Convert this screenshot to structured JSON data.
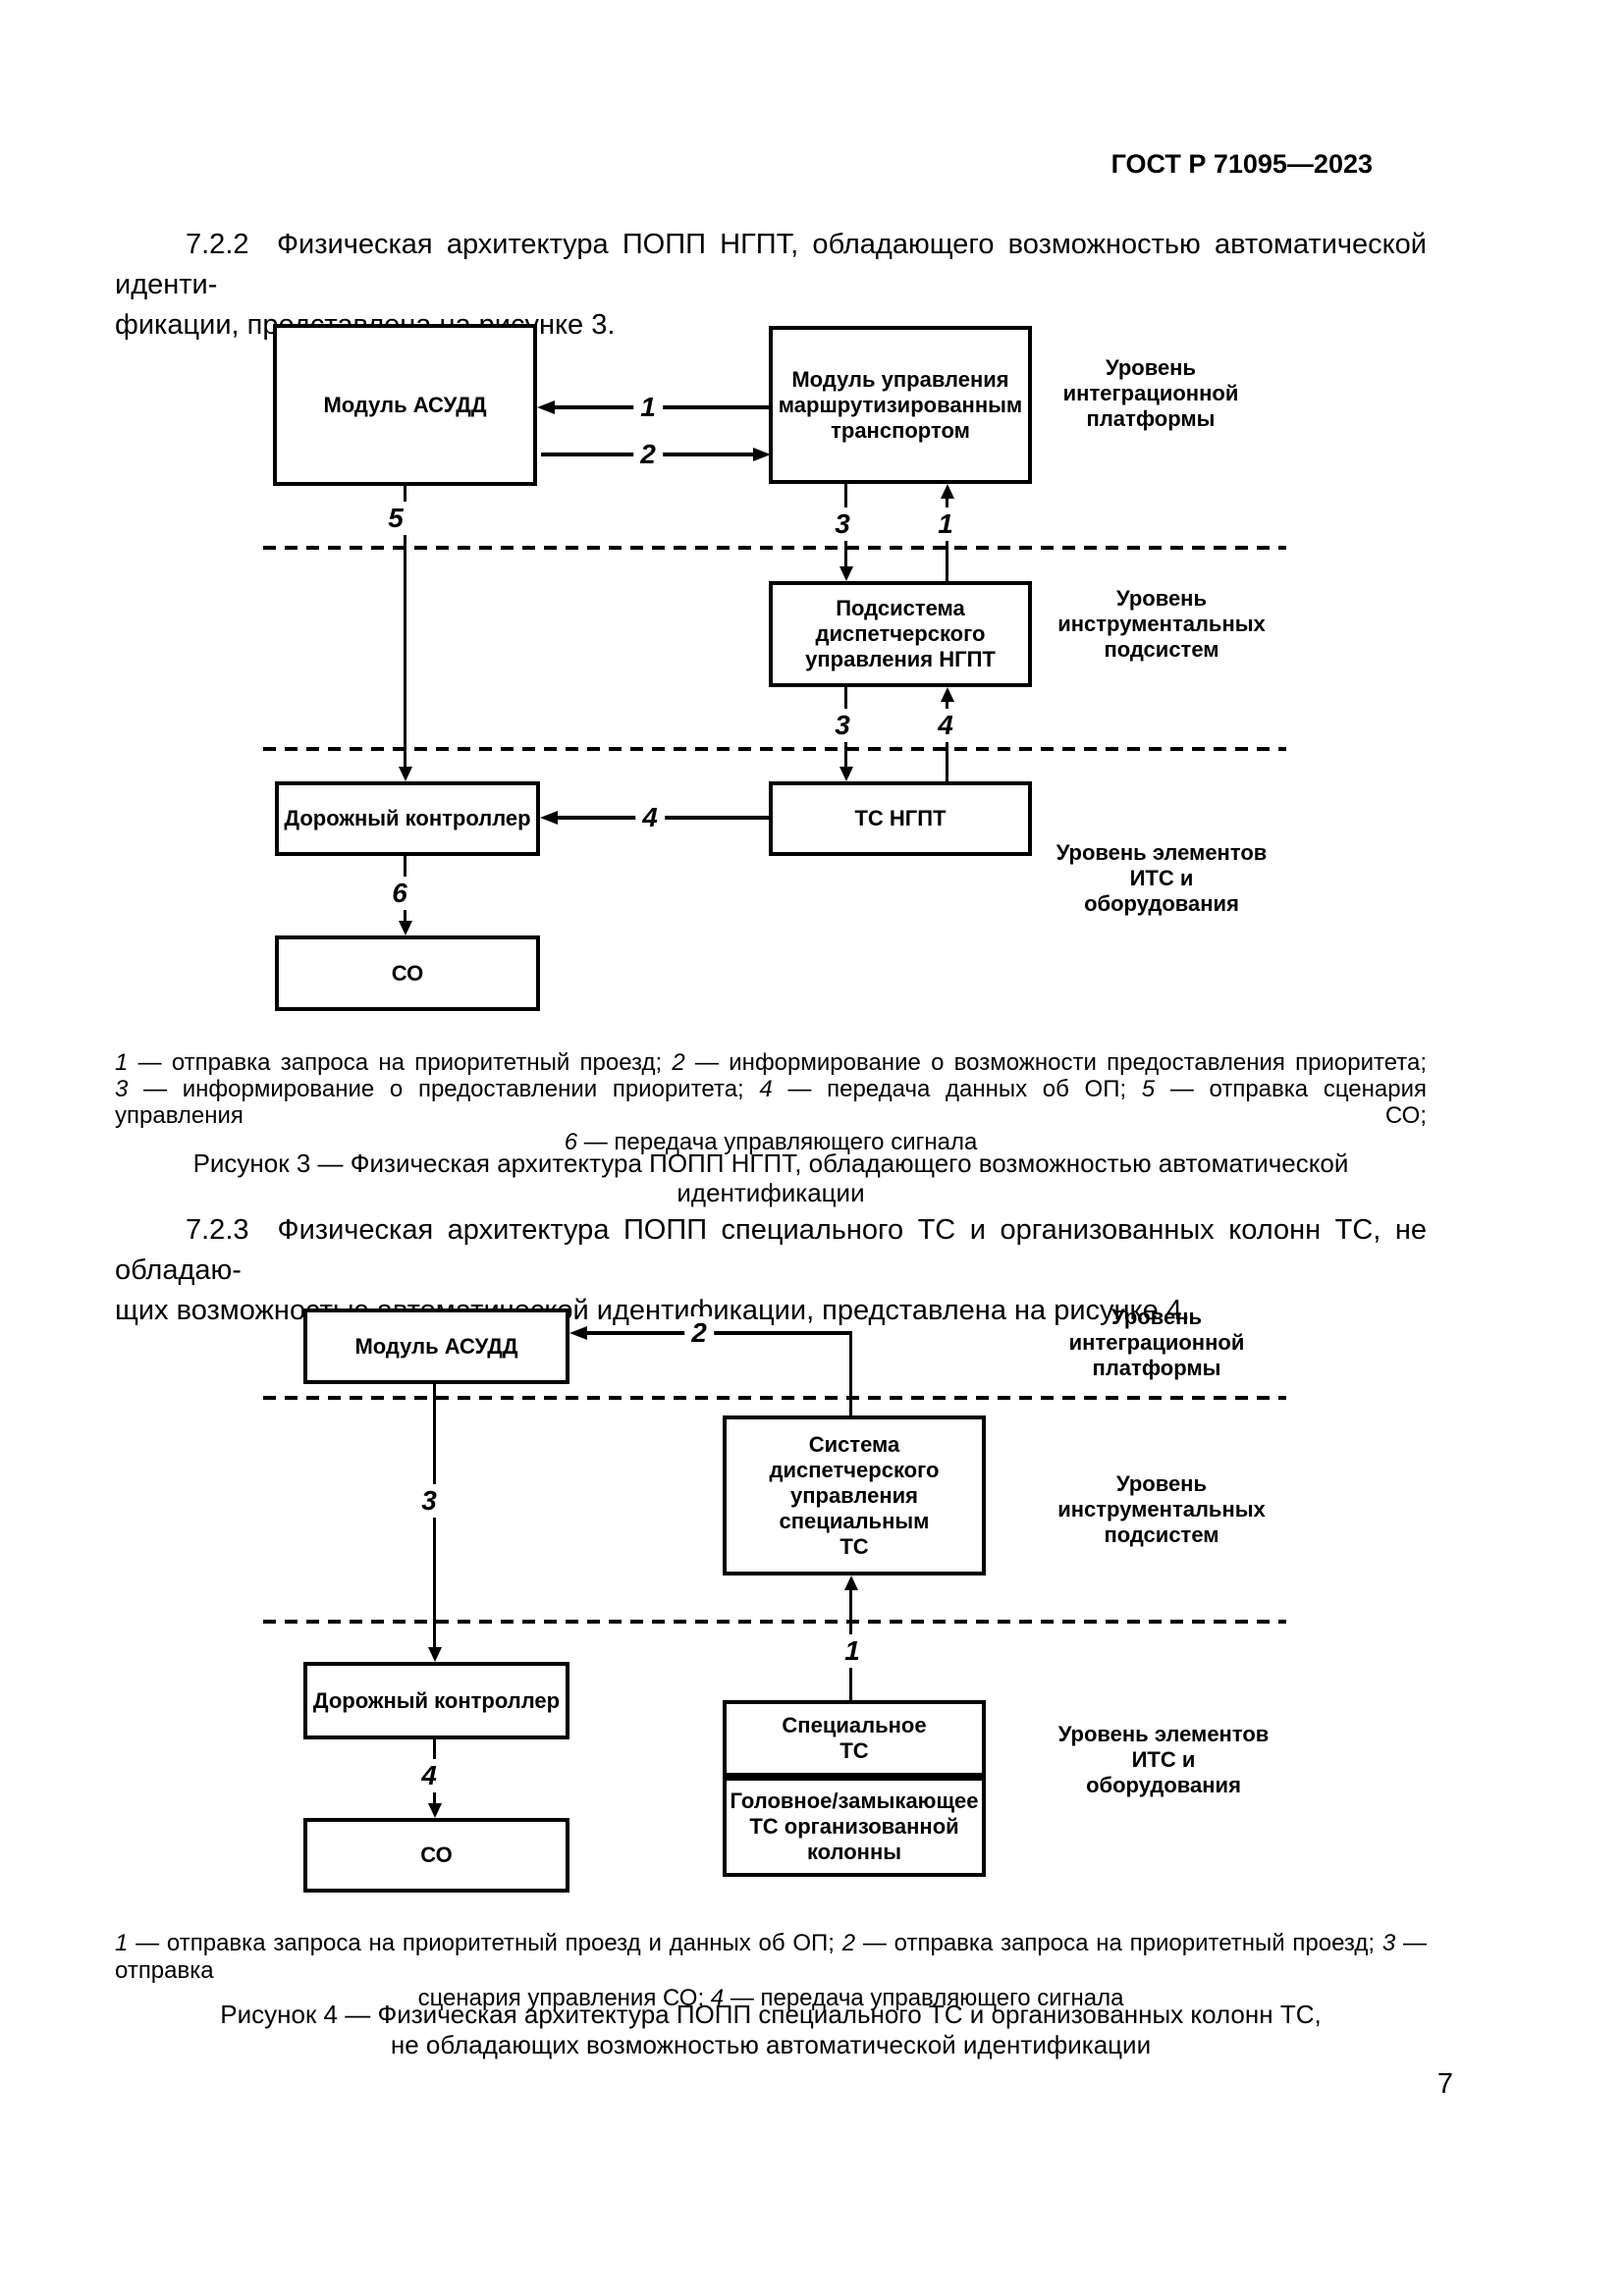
{
  "header": {
    "title": "ГОСТ Р 71095—2023"
  },
  "page_number": "7",
  "para722": {
    "line1": "7.2.2  Физическая архитектура ПОПП НГПТ, обладающего возможностью автоматической иденти-",
    "line2": "фикации, представлена на рисунке 3."
  },
  "para723": {
    "line1": "7.2.3  Физическая архитектура ПОПП специального ТС и организованных колонн ТС, не обладаю-",
    "line2": "щих возможностью автоматической идентификации, представлена на рисунке 4."
  },
  "levels": {
    "integration": "Уровень\nинтеграционной\nплатформы",
    "instrumental": "Уровень\nинструментальных\nподсистем",
    "elements": "Уровень элементов\nИТС и\nоборудования"
  },
  "fig3": {
    "boxes": {
      "asudd": "Модуль АСУДД",
      "route_control": "Модуль управления\nмаршрутизированным\nтранспортом",
      "dispatch": "Подсистема\nдиспетчерского\nуправления НГПТ",
      "road_controller": "Дорожный контроллер",
      "ts_ngpt": "ТС НГПТ",
      "so": "СО"
    },
    "nums": {
      "h1": "1",
      "h2": "2",
      "v5": "5",
      "v3a": "3",
      "v1b": "1",
      "v3b": "3",
      "v4b": "4",
      "h4": "4",
      "v6": "6"
    },
    "legend": {
      "line1": [
        {
          "t": "1",
          "i": true
        },
        {
          "t": " — отправка запроса на приоритетный проезд; ",
          "i": false
        },
        {
          "t": "2",
          "i": true
        },
        {
          "t": " — информирование о возможности предоставления приоритета;",
          "i": false
        }
      ],
      "line2": [
        {
          "t": "3",
          "i": true
        },
        {
          "t": " — информирование о предоставлении приоритета; ",
          "i": false
        },
        {
          "t": "4",
          "i": true
        },
        {
          "t": " — передача данных об ОП; ",
          "i": false
        },
        {
          "t": "5",
          "i": true
        },
        {
          "t": " — отправка сценария управления СО;",
          "i": false
        }
      ],
      "line3": [
        {
          "t": "6",
          "i": true
        },
        {
          "t": " — передача управляющего сигнала",
          "i": false
        }
      ]
    },
    "caption": "Рисунок 3 — Физическая архитектура ПОПП НГПТ, обладающего возможностью автоматической идентификации"
  },
  "fig4": {
    "boxes": {
      "asudd": "Модуль АСУДД",
      "system": "Система\nдиспетчерского\nуправления\nспециальным\nТС",
      "road_controller": "Дорожный контроллер",
      "so": "СО",
      "special": "Специальное\nТС",
      "lead": "Головное/замыкающее\nТС организованной\nколонны"
    },
    "nums": {
      "h2": "2",
      "v3": "3",
      "v1": "1",
      "v4": "4"
    },
    "legend": {
      "line1": [
        {
          "t": "1",
          "i": true
        },
        {
          "t": " — отправка запроса на приоритетный проезд и данных об ОП; ",
          "i": false
        },
        {
          "t": "2",
          "i": true
        },
        {
          "t": " — отправка запроса на приоритетный проезд; ",
          "i": false
        },
        {
          "t": "3",
          "i": true
        },
        {
          "t": " — отправка",
          "i": false
        }
      ],
      "line2": [
        {
          "t": "сценария управления СО; ",
          "i": false
        },
        {
          "t": "4",
          "i": true
        },
        {
          "t": " — передача управляющего сигнала",
          "i": false
        }
      ]
    },
    "caption_line1": "Рисунок 4 — Физическая архитектура ПОПП специального ТС и организованных колонн ТС,",
    "caption_line2": "не обладающих возможностью автоматической идентификации"
  }
}
